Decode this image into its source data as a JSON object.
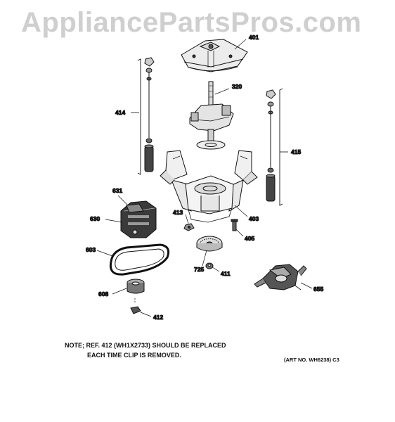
{
  "watermark": "AppliancePartsPros.com",
  "parts": {
    "p401": "401",
    "p320": "320",
    "p414": "414",
    "p415": "415",
    "p631": "631",
    "p630": "630",
    "p413": "413",
    "p403": "403",
    "p405": "405",
    "p603": "603",
    "p725": "725",
    "p411": "411",
    "p655": "655",
    "p608": "608",
    "p412": "412"
  },
  "note": {
    "line1": "NOTE; REF. 412 (WH1X2733) SHOULD BE REPLACED",
    "line2": "EACH TIME CLIP IS REMOVED."
  },
  "art_number": "(ART NO. WH6238) C3"
}
